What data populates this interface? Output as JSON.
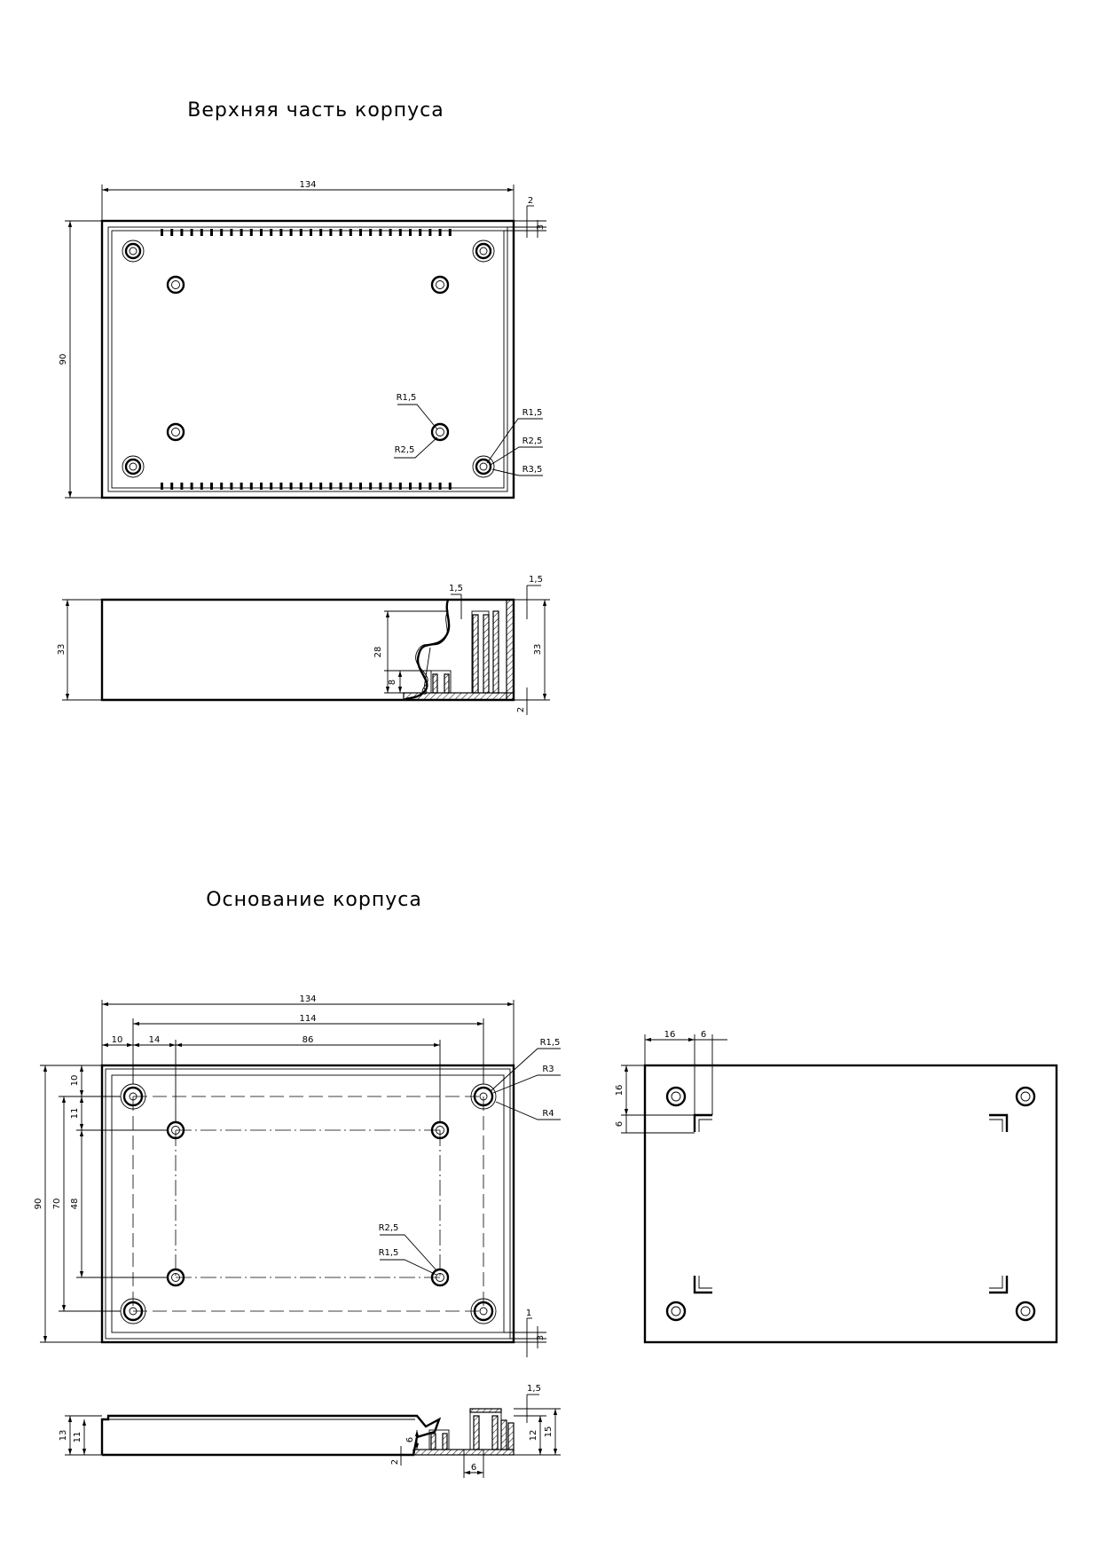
{
  "sections": {
    "top_title": "Верхняя часть корпуса",
    "base_title": "Основание корпуса"
  },
  "top_plan": {
    "overall_width": "134",
    "overall_height": "90",
    "wall": "2",
    "inset": "3",
    "radii": [
      "R1,5",
      "R2,5",
      "R1,5",
      "R2,5",
      "R3,5"
    ]
  },
  "top_section": {
    "height_left": "33",
    "height_right": "33",
    "standoff_height": "28",
    "boss_height": "8",
    "wall_top": "1,5",
    "rib_width": "1,5",
    "floor": "2"
  },
  "base_plan": {
    "overall_width": "134",
    "hole_span": "114",
    "offset_x": "10",
    "pitch_x": "14",
    "inner_span": "86",
    "overall_height": "90",
    "hole_span_y": "70",
    "inner_span_y": "48",
    "offset_y": "10",
    "pitch_y": "11",
    "wall": "1",
    "inset": "3",
    "radii_corner": [
      "R1,5",
      "R3",
      "R4"
    ],
    "radii_inner": [
      "R2,5",
      "R1,5"
    ]
  },
  "base_section": {
    "height_left_outer": "13",
    "height_left_inner": "11",
    "wall_top": "1,5",
    "height_right_inner": "12",
    "height_right_outer": "15",
    "boss_height": "6",
    "floor": "2",
    "boss_width": "6"
  },
  "base_bottom": {
    "offset_x": "16",
    "foot_size_x": "6",
    "offset_y": "16",
    "foot_size_y": "6"
  }
}
